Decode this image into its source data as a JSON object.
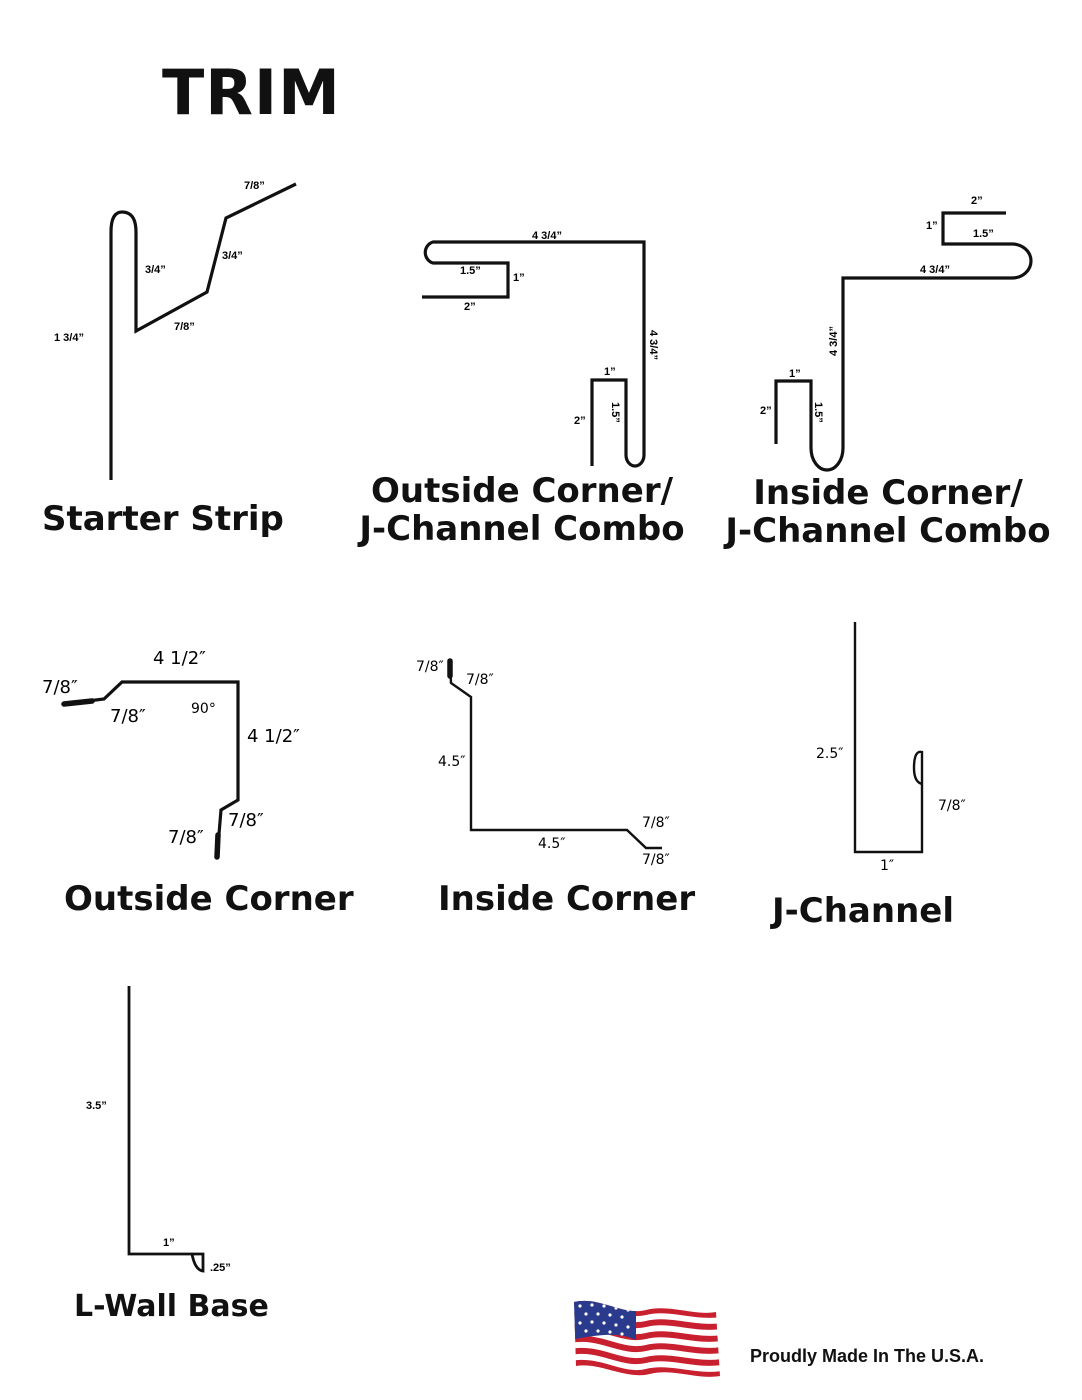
{
  "page": {
    "title": "TRIM",
    "footer": "Proudly Made In The U.S.A."
  },
  "colors": {
    "ink": "#111111",
    "flag_red": "#c8202e",
    "flag_blue": "#2a3a8c",
    "flag_white": "#ffffff"
  },
  "icons": [
    "usa-flag-icon"
  ],
  "profiles": {
    "starter_strip": {
      "title": "Starter Strip",
      "dims": [
        "7/8”",
        "3/4”",
        "3/4”",
        "7/8”",
        "1 3/4”"
      ]
    },
    "outside_jchannel_combo": {
      "title_line1": "Outside Corner/",
      "title_line2": "J-Channel Combo",
      "dims": [
        "4 3/4”",
        "1.5”",
        "1”",
        "2”",
        "4 3/4”",
        "1”",
        "2”",
        "1.5”"
      ]
    },
    "inside_jchannel_combo": {
      "title_line1": "Inside Corner/",
      "title_line2": "J-Channel Combo",
      "dims": [
        "2”",
        "1”",
        "1.5”",
        "4 3/4”",
        "4 3/4”",
        "1”",
        "2”",
        "1.5”"
      ]
    },
    "outside_corner": {
      "title": "Outside Corner",
      "dims": [
        "4 1/2″",
        "7/8″",
        "7/8″",
        "90°",
        "4 1/2″",
        "7/8″",
        "7/8″"
      ]
    },
    "inside_corner": {
      "title": "Inside Corner",
      "dims": [
        "7/8″",
        "7/8″",
        "4.5″",
        "4.5″",
        "7/8″",
        "7/8″"
      ]
    },
    "j_channel": {
      "title": "J-Channel",
      "dims": [
        "2.5″",
        "7/8″",
        "1″"
      ]
    },
    "l_wall_base": {
      "title": "L-Wall Base",
      "dims": [
        "3.5”",
        "1”",
        ".25”"
      ]
    }
  }
}
